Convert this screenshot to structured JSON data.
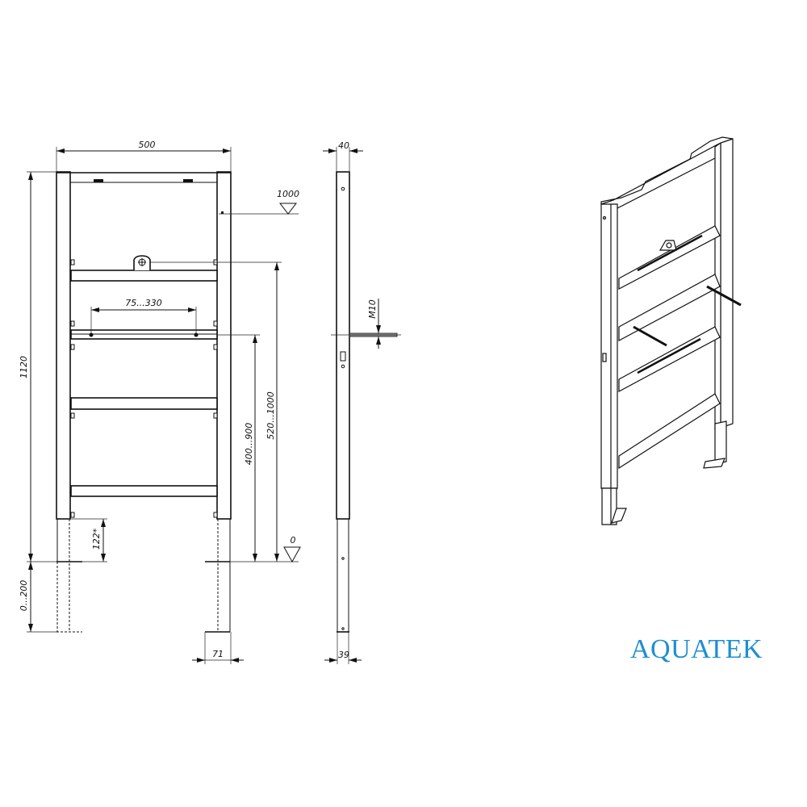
{
  "dimensions": {
    "width": "500",
    "height": "1120",
    "leg_adjust": "0...200",
    "leg_offset": "122*",
    "bracket_spacing": "75...330",
    "lower_bracket_height": "400...900",
    "upper_bracket_height": "520...1000",
    "level_top": "1000",
    "level_floor": "0",
    "foot_width": "71",
    "depth": "40",
    "leg_depth": "39",
    "thread": "M10"
  },
  "brand": {
    "name": "AQUATEK",
    "color": "#1e8fd0"
  },
  "line_color": "#111111"
}
